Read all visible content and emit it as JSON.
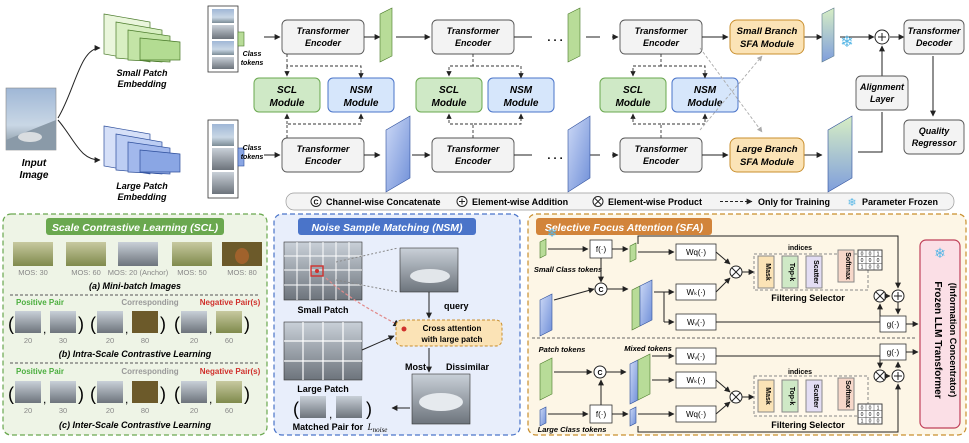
{
  "pipeline": {
    "input_label_1": "Input",
    "input_label_2": "Image",
    "small_patch_1": "Small Patch",
    "small_patch_2": "Embedding",
    "large_patch_1": "Large Patch",
    "large_patch_2": "Embedding",
    "class_tokens_1": "Class",
    "class_tokens_2": "tokens",
    "encoder_1": "Transformer",
    "encoder_2": "Encoder",
    "ellipsis": ". . .",
    "scl_1": "SCL",
    "scl_2": "Module",
    "nsm_1": "NSM",
    "nsm_2": "Module",
    "sfa_small_1": "Small Branch",
    "sfa_small_2": "SFA Module",
    "sfa_large_1": "Large Branch",
    "sfa_large_2": "SFA Module",
    "align_1": "Alignment",
    "align_2": "Layer",
    "decoder_1": "Transformer",
    "decoder_2": "Decoder",
    "quality_1": "Quality",
    "quality_2": "Regressor"
  },
  "legend": {
    "concat": "Channel-wise Concatenate",
    "add": "Element-wise Addition",
    "product": "Element-wise Product",
    "training": "Only for Training",
    "frozen": "Parameter Frozen"
  },
  "scl_panel": {
    "title": "Scale Contrastive Learning (SCL)",
    "mos": [
      "MOS: 30",
      "MOS: 60",
      "MOS: 20 (Anchor)",
      "MOS: 50",
      "MOS: 80"
    ],
    "caption_a": "(a) Mini-batch Images",
    "positive": "Positive Pair",
    "corresponding": "Corresponding",
    "negative": "Negative Pair(s)",
    "caption_b": "(b) Intra-Scale Contrastive Learning",
    "caption_c": "(c) Inter-Scale Contrastive Learning",
    "scores_b": [
      "20",
      "30",
      "20",
      "80",
      "20",
      "60"
    ],
    "scores_c": [
      "20",
      "30",
      "20",
      "80",
      "20",
      "60"
    ]
  },
  "nsm_panel": {
    "title": "Noise Sample Matching (NSM)",
    "small_patch": "Small Patch",
    "large_patch": "Large Patch",
    "query": "query",
    "cross_1": "Cross attention",
    "cross_2": "with large patch",
    "most": "Most",
    "dissimilar": "Dissimilar",
    "matched": "Matched Pair for",
    "loss": "L",
    "loss_sub": "noise"
  },
  "sfa_panel": {
    "title": "Selective Focus Attention (SFA)",
    "small_class_tokens": "Small Class tokens",
    "patch_tokens": "Patch tokens",
    "mixed_tokens": "Mixed tokens",
    "large_class_tokens": "Large Class tokens",
    "f": "f(·)",
    "wv": "Wᵥ(·)",
    "wk": "Wₖ(·)",
    "wq": "Wq(·)",
    "g": "g(·)",
    "mask": "Mask",
    "topk": "Top-k",
    "scatter": "Scatter",
    "softmax": "Softmax",
    "indices": "indices",
    "filtering": "Filtering Selector",
    "frozen_llm_1": "Frozen LLM Transformer",
    "frozen_llm_2": "(Information Concentrator)",
    "matrix": [
      "0",
      "0",
      "1",
      "0",
      "0",
      "0",
      "1",
      "0",
      "0"
    ]
  },
  "colors": {
    "green_panel": "#eef4e6",
    "green_border": "#6aa84f",
    "blue_panel": "#e8eefb",
    "blue_border": "#4a74c9",
    "orange_panel": "#fdf6e6",
    "orange_border": "#c98f2e",
    "scl_fill": "#cfe9c6",
    "nsm_fill": "#d6e6fb",
    "sfa_fill": "#fbe3b6",
    "negative": "#d0312d",
    "positive": "#4caf3f"
  }
}
